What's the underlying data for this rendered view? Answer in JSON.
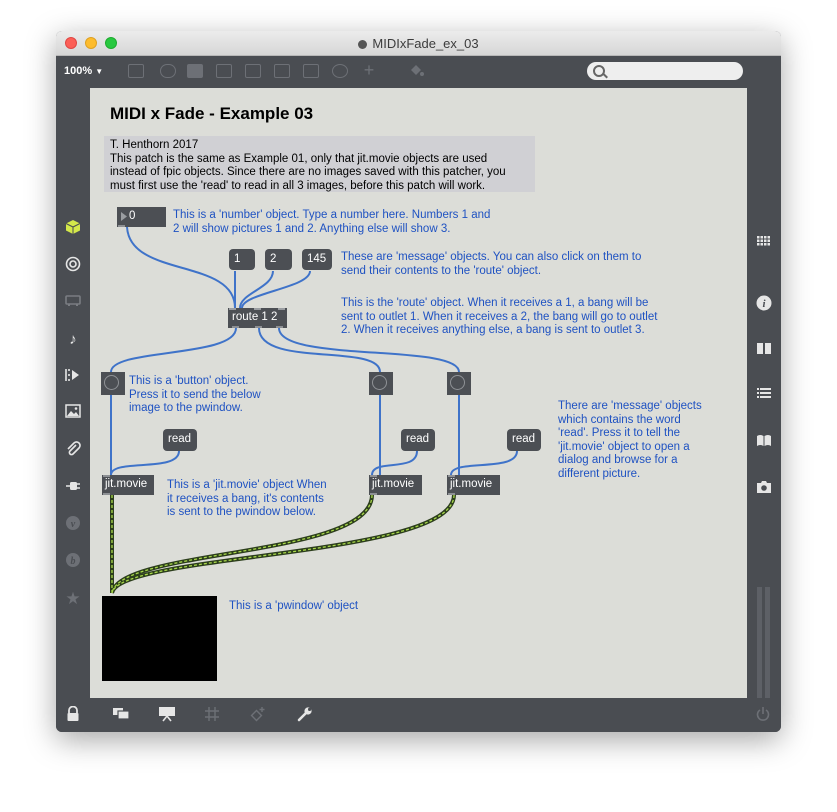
{
  "window": {
    "title": "MIDIxFade_ex_03",
    "zoom": "100%",
    "zoom_caret": "▼"
  },
  "toolbar": {
    "icons": [
      "presentation-icon",
      "message-icon",
      "comment-icon",
      "toggle-icon",
      "number-icon",
      "play-icon",
      "slider-icon",
      "dial-icon",
      "add-icon",
      "paint-bucket-icon"
    ],
    "search_placeholder": ""
  },
  "left_sidebar": {
    "icons": [
      "cube-icon",
      "target-icon",
      "bus-icon",
      "music-note-icon",
      "step-icon",
      "image-icon",
      "paperclip-icon",
      "plug-icon",
      "v-icon",
      "b-icon",
      "star-icon"
    ]
  },
  "right_sidebar": {
    "icons": [
      "grid-icon",
      "info-icon",
      "book-icon",
      "list-icon",
      "reference-icon",
      "snapshot-icon"
    ]
  },
  "bottom_bar": {
    "icons": [
      "lock-icon",
      "window-icon",
      "presentation-icon",
      "grid-icon",
      "wand-icon",
      "wrench-icon",
      "power-icon"
    ]
  },
  "patcher": {
    "heading": "MIDI x Fade - Example 03",
    "intro_lines": [
      "T. Henthorn 2017",
      "This patch is the same as Example 01, only that jit.movie objects are used",
      "instead of fpic objects. Since there are no images saved with this patcher, you",
      "must first use the 'read' to read in all 3 images, before this patch will work."
    ],
    "number_value": "0",
    "number_comment": [
      "This is a 'number' object. Type a number here. Numbers 1 and",
      "2 will show pictures 1 and 2. Anything else will show 3."
    ],
    "messages": [
      "1",
      "2",
      "145"
    ],
    "message_comment": [
      "These are 'message' objects. You can also click on them to",
      "send their contents to the 'route' object."
    ],
    "route_label": "route 1 2",
    "route_comment": [
      "This is the 'route' object. When it receives a 1, a bang will be",
      "sent to outlet 1. When it receives a 2, the bang will go to outlet",
      "2. When it receives anything else, a bang is sent to outlet 3."
    ],
    "button_comment": [
      "This is a 'button' object.",
      "Press it to send the below",
      "image to the pwindow."
    ],
    "read_label": "read",
    "read_comment": [
      "There are 'message' objects",
      "which contains the word",
      "'read'. Press it to tell the",
      "'jit.movie' object to open a",
      "dialog and browse for a",
      "different picture."
    ],
    "movie_label": "jit.movie",
    "movie_comment": [
      "This is a 'jit.movie' object When",
      "it receives a bang, it's contents",
      "is sent to the pwindow below."
    ],
    "pwindow_comment": "This is a 'pwindow' object"
  },
  "colors": {
    "canvas": "#dcddd8",
    "object": "#4c4f54",
    "comment": "#1f52c2",
    "wire": "#3f73c9",
    "matrix_wire": "#2c3e1c"
  }
}
